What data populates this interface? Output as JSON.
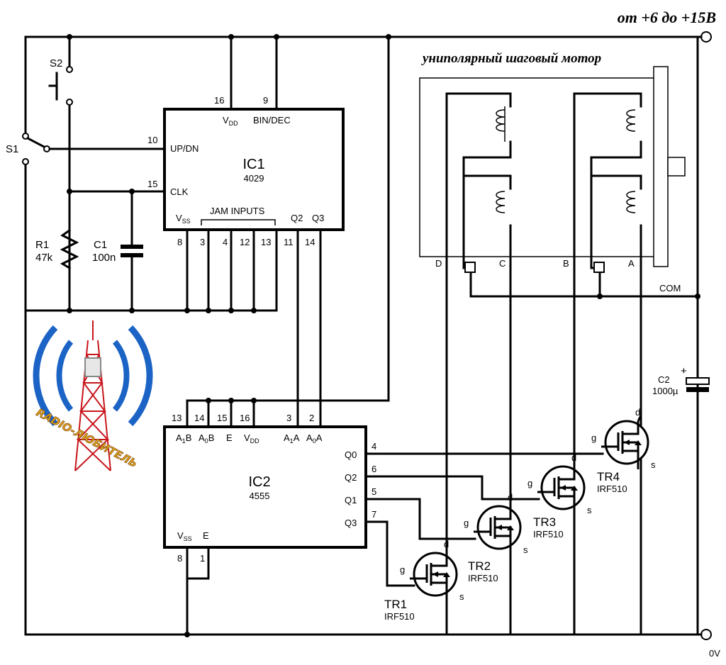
{
  "supply": {
    "label": "от +6 до +15В",
    "ground": "0V"
  },
  "motor": {
    "title": "униполярный шаговый мотор",
    "terminals": [
      "D",
      "C",
      "B",
      "A"
    ],
    "common": "COM"
  },
  "switches": {
    "s1": "S1",
    "s2": "S2"
  },
  "r1": {
    "name": "R1",
    "value": "47k"
  },
  "c1": {
    "name": "C1",
    "value": "100n"
  },
  "c2": {
    "name": "C2",
    "value": "1000µ",
    "polarity": "+"
  },
  "ic1": {
    "name": "IC1",
    "part": "4029",
    "vdd": "V",
    "vdd_sub": "DD",
    "bindec": "BIN/DEC",
    "updn": "UP/DN",
    "clk": "CLK",
    "vss": "V",
    "vss_sub": "SS",
    "jam": "JAM INPUTS",
    "q2": "Q2",
    "q3": "Q3",
    "pins": {
      "vdd": "16",
      "bindec": "9",
      "updn": "10",
      "clk": "15",
      "vss": "8",
      "j1": "3",
      "j2": "4",
      "j3": "12",
      "j4": "13",
      "q2": "11",
      "q3": "14"
    }
  },
  "ic2": {
    "name": "IC2",
    "part": "4555",
    "a1b": "A",
    "a1b_sub": "1",
    "a1b_suffix": "B",
    "a0b": "A",
    "a0b_sub": "0",
    "a0b_suffix": "B",
    "e_top": "E",
    "vdd": "V",
    "vdd_sub": "DD",
    "a1a": "A",
    "a1a_sub": "1",
    "a1a_suffix": "A",
    "a0a": "A",
    "a0a_sub": "0",
    "a0a_suffix": "A",
    "q0": "Q0",
    "q2": "Q2",
    "q1": "Q1",
    "q3": "Q3",
    "vss": "V",
    "vss_sub": "SS",
    "e_bottom": "E",
    "pins": {
      "a1b": "13",
      "a0b": "14",
      "e": "15",
      "vdd": "16",
      "a1a": "3",
      "a0a": "2",
      "q0": "4",
      "q2": "6",
      "q1": "5",
      "q3": "7",
      "vss": "8",
      "e_bottom": "1"
    }
  },
  "transistors": [
    {
      "name": "TR1",
      "part": "IRF510",
      "g": "g",
      "d": "d",
      "s": "s"
    },
    {
      "name": "TR2",
      "part": "IRF510",
      "g": "g",
      "d": "d",
      "s": "s"
    },
    {
      "name": "TR3",
      "part": "IRF510",
      "g": "g",
      "d": "d",
      "s": "s"
    },
    {
      "name": "TR4",
      "part": "IRF510",
      "g": "g",
      "d": "d",
      "s": "s"
    }
  ],
  "logo": {
    "text": "RADIO-ЛЮБИТЕЛЬ"
  }
}
